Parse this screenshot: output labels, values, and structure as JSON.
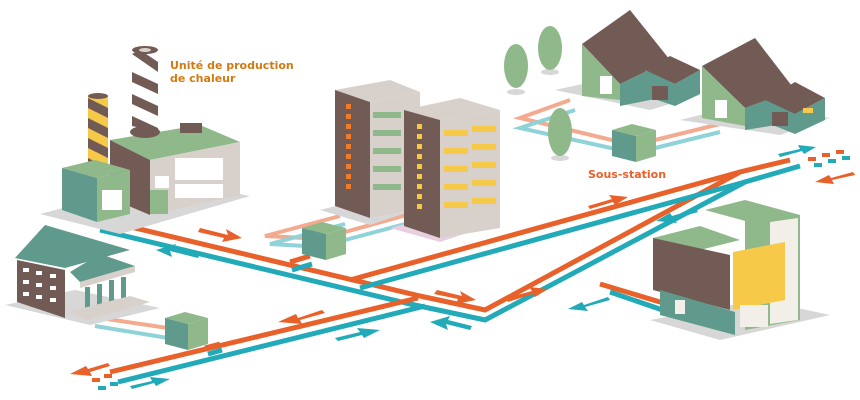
{
  "diagram": {
    "title": "Réseau de chaleur",
    "labels": {
      "production": "Unité de production\nde chaleur",
      "substation": "Sous-station"
    },
    "colors": {
      "supply_pipe": "#e8602a",
      "return_pipe": "#22aab8",
      "supply_pipe_light": "#f3aa8e",
      "return_pipe_light": "#8fd2d8",
      "production_label": "#d17a12",
      "substation_label": "#e8602a",
      "building_brown": "#735b55",
      "building_green": "#8fb98a",
      "building_teal": "#5f9a8c",
      "building_light": "#d8d1cb",
      "window_yellow": "#f7c948",
      "window_orange": "#ef7c2a",
      "shadow": "#d7d7d7",
      "ground_pink": "#e8cfe0"
    },
    "buildings": [
      {
        "type": "factory",
        "name": "heat-production-plant"
      },
      {
        "type": "public-building",
        "name": "columned-public-building"
      },
      {
        "type": "apartment",
        "name": "apartment-block-orange"
      },
      {
        "type": "apartment",
        "name": "apartment-block-yellow"
      },
      {
        "type": "house",
        "name": "house-left"
      },
      {
        "type": "house",
        "name": "house-right"
      },
      {
        "type": "office",
        "name": "office-building"
      }
    ],
    "substations_count": 3,
    "arrows": {
      "supply_direction": "outward",
      "return_direction": "inward"
    }
  }
}
